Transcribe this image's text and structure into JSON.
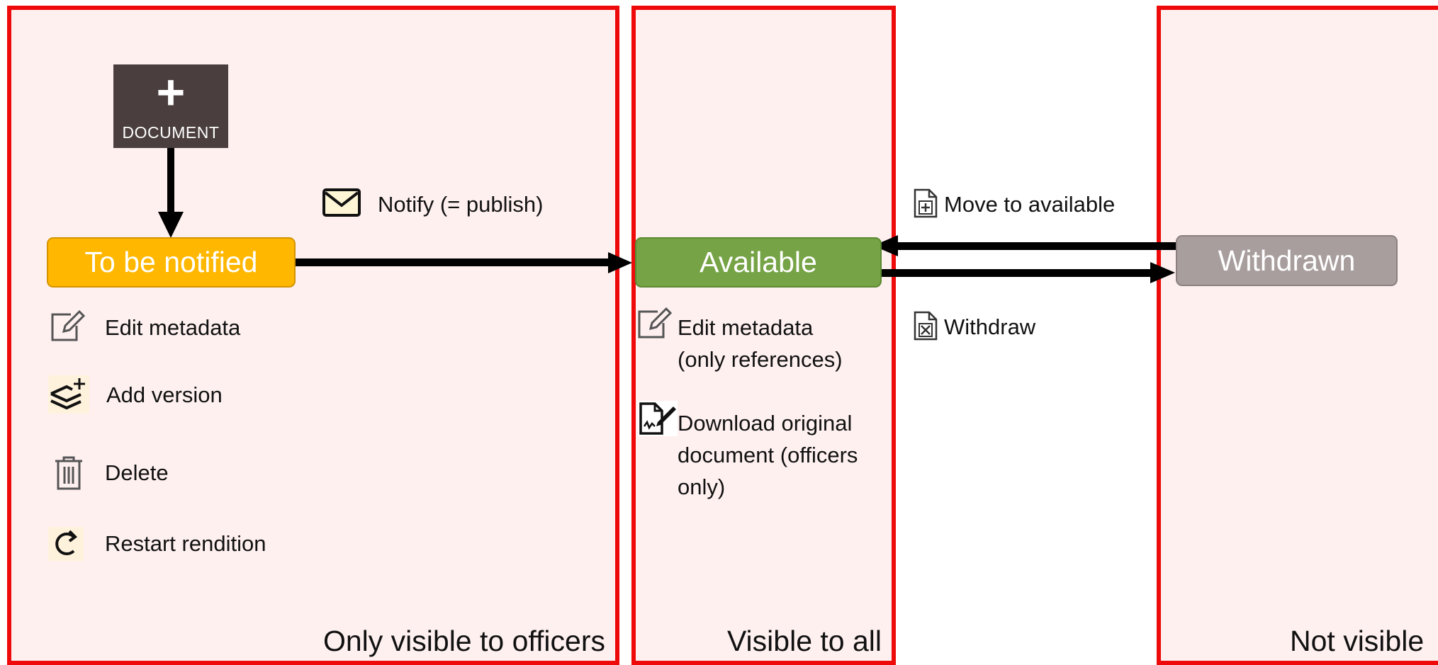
{
  "zones": {
    "officers": "Only visible to officers",
    "all": "Visible to all",
    "none": "Not visible"
  },
  "states": {
    "to_be_notified": "To be notified",
    "available": "Available",
    "withdrawn": "Withdrawn"
  },
  "add_document": {
    "symbol": "+",
    "label": "DOCUMENT"
  },
  "transitions": {
    "notify": "Notify (= publish)",
    "move_to_available": "Move to available",
    "withdraw": "Withdraw"
  },
  "actions_to_be_notified": {
    "edit_metadata": "Edit metadata",
    "add_version": "Add version",
    "delete": "Delete",
    "restart_rendition": "Restart rendition"
  },
  "actions_available": {
    "edit_metadata_l1": "Edit metadata",
    "edit_metadata_l2": "(only references)",
    "download_l1": "Download original",
    "download_l2": "document (officers",
    "download_l3": "only)"
  },
  "colors": {
    "zone_border": "#ee0a0a",
    "zone_fill": "#fff0f0",
    "to_be_notified": "#ffb700",
    "available": "#76a346",
    "withdrawn": "#a99e9e",
    "document_button": "#4a3e3e"
  },
  "icons": {
    "document_plus": "plus-icon",
    "notify": "envelope-icon",
    "edit": "pencil-square-icon",
    "add_version": "layers-plus-icon",
    "delete": "trash-icon",
    "restart": "refresh-icon",
    "download": "signed-document-icon",
    "move_to_available": "document-plus-icon",
    "withdraw": "document-x-icon"
  }
}
